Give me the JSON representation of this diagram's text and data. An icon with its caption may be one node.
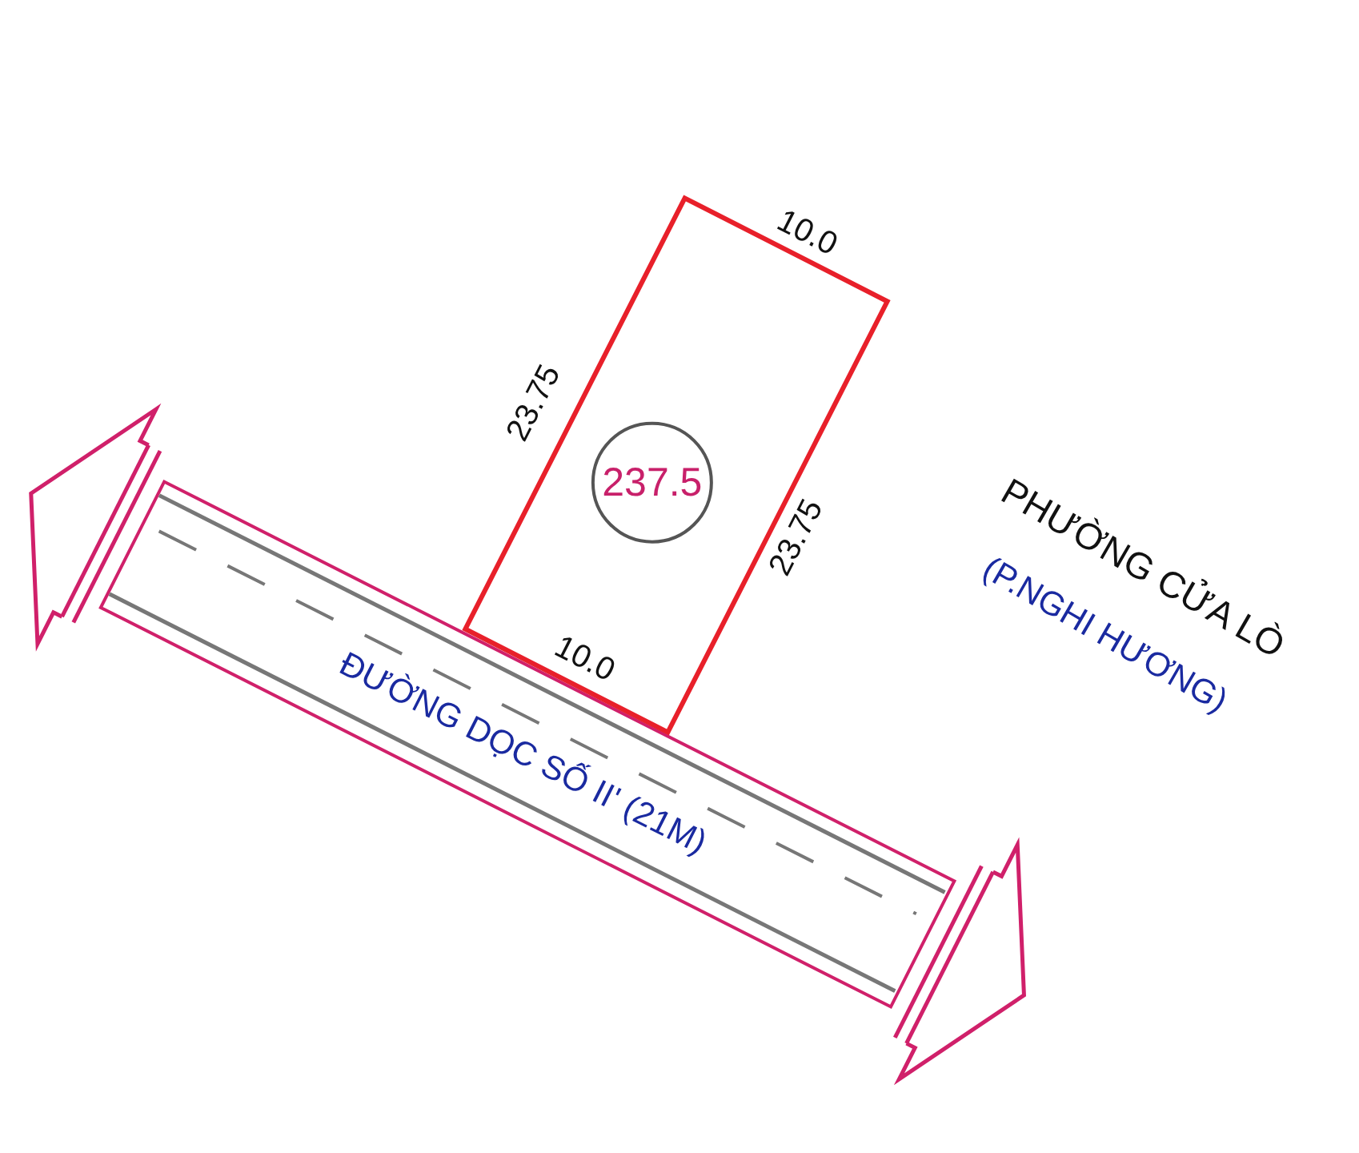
{
  "diagram": {
    "nodes": [
      {
        "text": [],
        "shape": "box"
      },
      {
        "text": [
          "237.5"
        ],
        "in": 0
      },
      {
        "text": [
          "ĐƯỜNG DỌC SỐ II' (21M)"
        ]
      }
    ],
    "labels": [
      "10.0",
      "23.75",
      "23.75",
      "10.0",
      "PHƯỜNG CỬA LÒ",
      "(P.NGHI HƯƠNG)"
    ]
  }
}
